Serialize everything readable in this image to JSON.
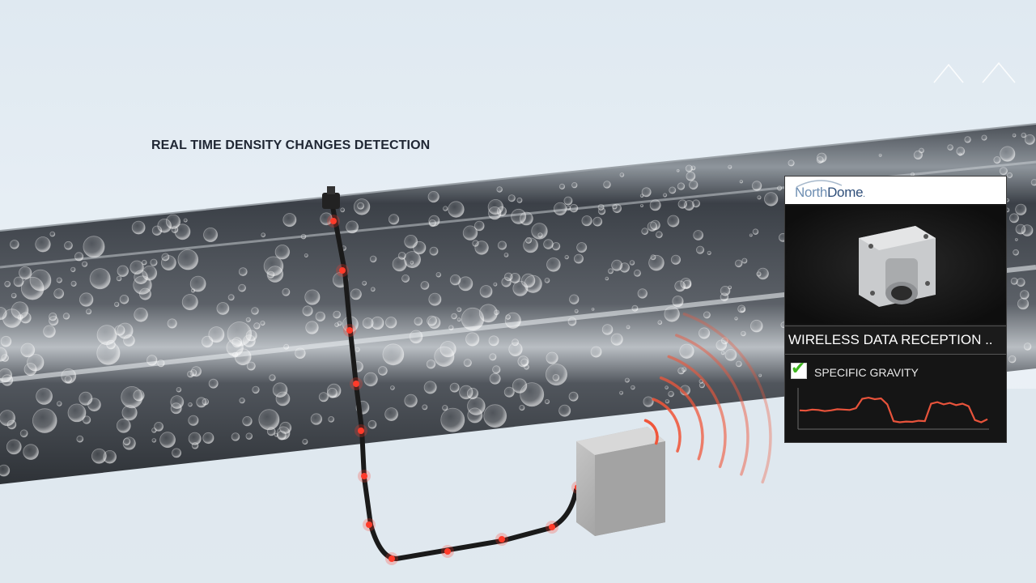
{
  "headline": "REAL TIME DENSITY CHANGES DETECTION",
  "panel": {
    "logo": {
      "part1": "North",
      "part2": "Dome",
      "suffix": "."
    },
    "reception_label": "WIRELESS DATA RECEPTION ..",
    "checkbox_checked": true,
    "metric_label": "SPECIFIC GRAVITY",
    "trend": [
      0.44,
      0.43,
      0.46,
      0.45,
      0.42,
      0.44,
      0.47,
      0.46,
      0.45,
      0.5,
      0.75,
      0.78,
      0.74,
      0.76,
      0.6,
      0.15,
      0.12,
      0.14,
      0.13,
      0.16,
      0.15,
      0.62,
      0.66,
      0.6,
      0.64,
      0.58,
      0.62,
      0.55,
      0.18,
      0.12,
      0.2
    ]
  },
  "colors": {
    "signal": "#f0563a",
    "sensor_dot": "#ff3b2a",
    "trend_line": "#e8533b",
    "panel_bg": "#151515"
  }
}
